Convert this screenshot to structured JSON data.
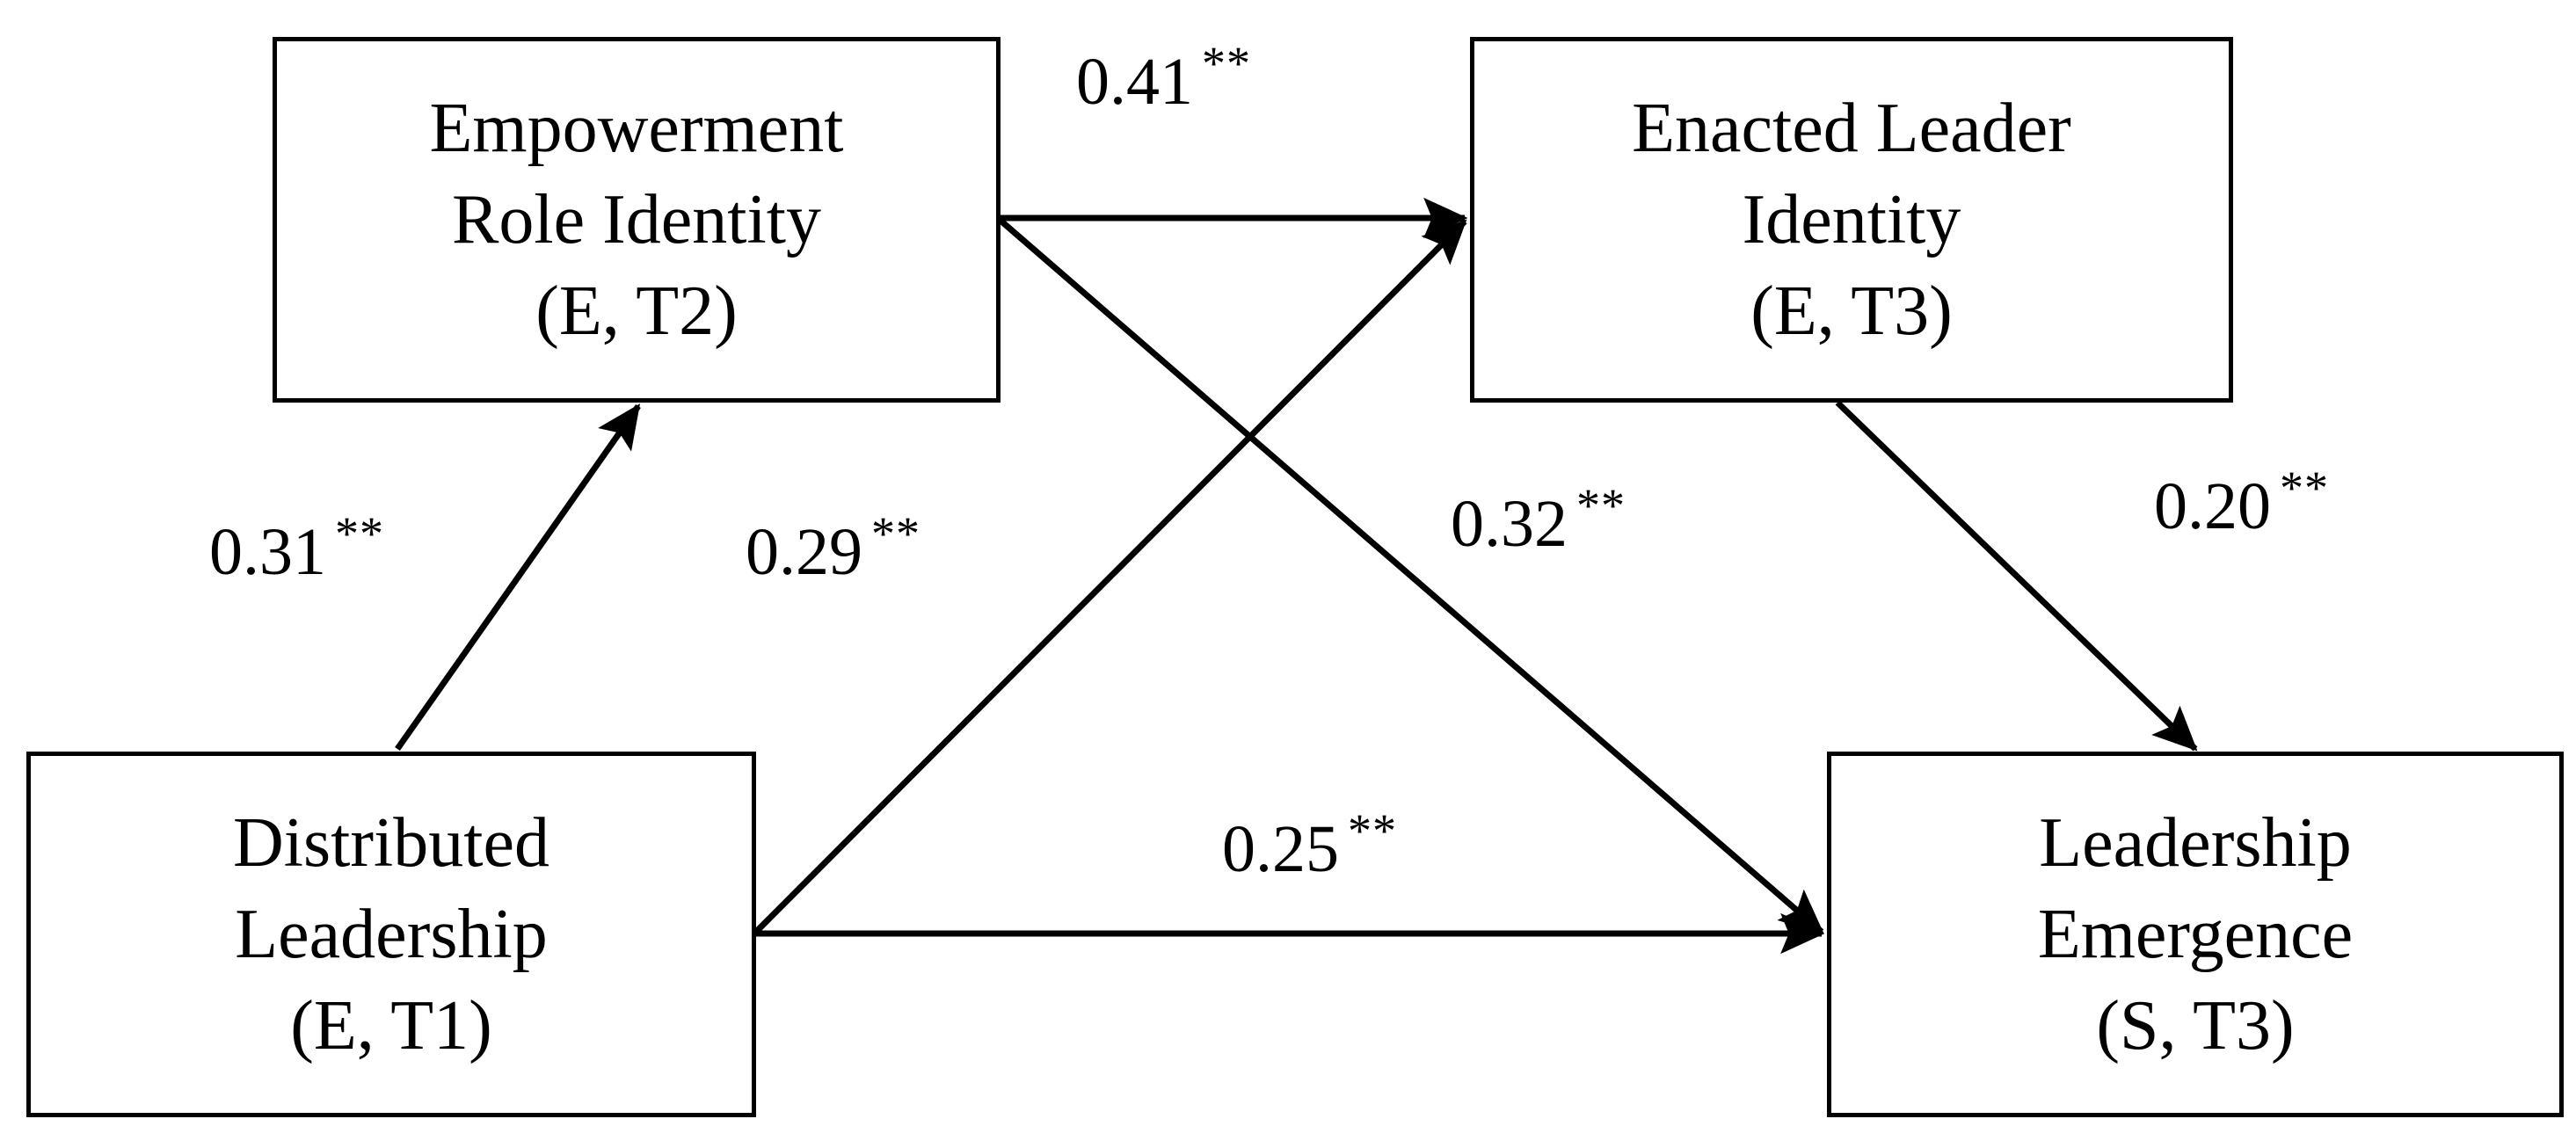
{
  "figure": {
    "type": "path-diagram",
    "background_color": "#ffffff",
    "line_color": "#000000",
    "text_color": "#000000"
  },
  "nodes": [
    {
      "id": "empowerment-role-identity",
      "line1": "Empowerment",
      "line2": "Role Identity",
      "line3": "(E, T2)"
    },
    {
      "id": "enacted-leader-identity",
      "line1": "Enacted Leader",
      "line2": "Identity",
      "line3": "(E, T3)"
    },
    {
      "id": "distributed-leadership",
      "line1": "Distributed",
      "line2": "Leadership",
      "line3": "(E, T1)"
    },
    {
      "id": "leadership-emergence",
      "line1": "Leadership",
      "line2": "Emergence",
      "line3": "(S, T3)"
    }
  ],
  "edges": [
    {
      "id": "empowerment-to-enacted",
      "from": "empowerment-role-identity",
      "to": "enacted-leader-identity",
      "coefficient": "0.41",
      "significance": "**"
    },
    {
      "id": "distributed-to-empowerment",
      "from": "distributed-leadership",
      "to": "empowerment-role-identity",
      "coefficient": "0.31",
      "significance": "**"
    },
    {
      "id": "empowerment-to-emergence",
      "from": "empowerment-role-identity",
      "to": "leadership-emergence",
      "coefficient": "0.29",
      "significance": "**"
    },
    {
      "id": "distributed-to-enacted",
      "from": "distributed-leadership",
      "to": "enacted-leader-identity",
      "coefficient": "0.32",
      "significance": "**"
    },
    {
      "id": "enacted-to-emergence",
      "from": "enacted-leader-identity",
      "to": "leadership-emergence",
      "coefficient": "0.20",
      "significance": "**"
    },
    {
      "id": "distributed-to-emergence",
      "from": "distributed-leadership",
      "to": "leadership-emergence",
      "coefficient": "0.25",
      "significance": "**"
    }
  ],
  "chart_data": {
    "type": "diagram",
    "title": "",
    "nodes": [
      "Empowerment Role Identity (E, T2)",
      "Enacted Leader Identity (E, T3)",
      "Distributed Leadership (E, T1)",
      "Leadership Emergence (S, T3)"
    ],
    "paths": [
      {
        "source": "Empowerment Role Identity (E, T2)",
        "target": "Enacted Leader Identity (E, T3)",
        "value": 0.41,
        "label": "0.41 **"
      },
      {
        "source": "Distributed Leadership (E, T1)",
        "target": "Empowerment Role Identity (E, T2)",
        "value": 0.31,
        "label": "0.31 **"
      },
      {
        "source": "Empowerment Role Identity (E, T2)",
        "target": "Leadership Emergence (S, T3)",
        "value": 0.29,
        "label": "0.29 **"
      },
      {
        "source": "Distributed Leadership (E, T1)",
        "target": "Enacted Leader Identity (E, T3)",
        "value": 0.32,
        "label": "0.32 **"
      },
      {
        "source": "Enacted Leader Identity (E, T3)",
        "target": "Leadership Emergence (S, T3)",
        "value": 0.2,
        "label": "0.20 **"
      },
      {
        "source": "Distributed Leadership (E, T1)",
        "target": "Leadership Emergence (S, T3)",
        "value": 0.25,
        "label": "0.25 **"
      }
    ]
  }
}
